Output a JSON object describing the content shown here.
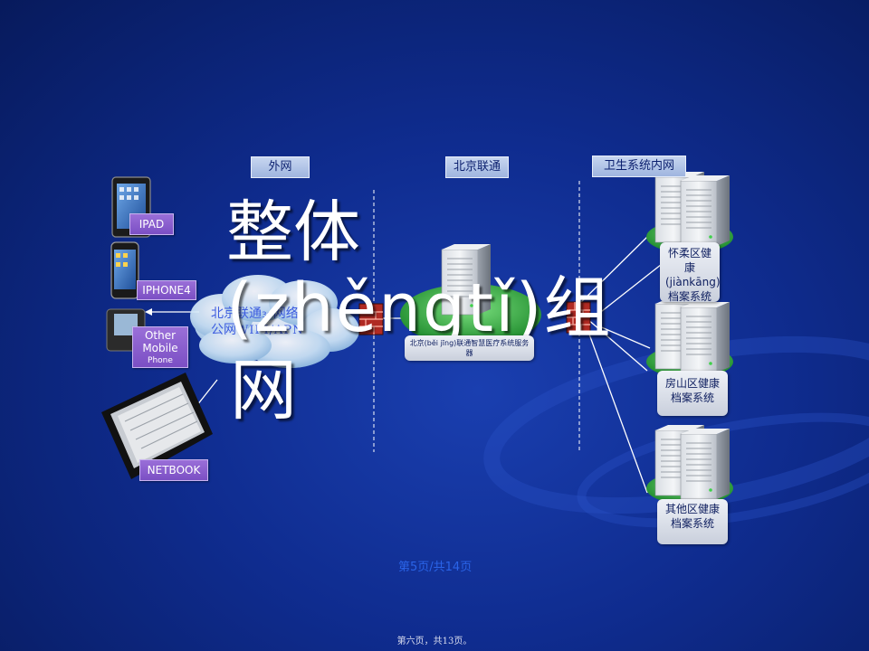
{
  "headers": {
    "external_network": "外网",
    "beijing_unicom": "北京联通",
    "health_intranet": "卫生系统内网"
  },
  "devices": {
    "ipad": "IPAD",
    "iphone": "IPHONE4",
    "other_mobile_line1": "Other",
    "other_mobile_line2": "Mobile",
    "other_mobile_line3": "Phone",
    "netbook": "NETBOOK"
  },
  "cloud": {
    "line1_a": "北京联通",
    "line1_b": "3G",
    "line1_c": "网络",
    "line2_a": "公网",
    "line2_b": "WIFI/APN"
  },
  "title": {
    "line1": "整体",
    "line2": "(zhěngtǐ)组",
    "line3": "网"
  },
  "central_server_label": "北京(běi jīng)联通智慧医疗系统服务器",
  "district_systems": [
    "怀柔区健康(jiànkāng)档案系统",
    "房山区健康档案系统",
    "其他区健康档案系统"
  ],
  "page_number": "第5页/共14页",
  "footer": "第六页，共13页。",
  "colors": {
    "background": "#0f2c8f",
    "header_box": "#b6c8ea",
    "device_label": "#8a5fce",
    "firewall": "#c0392b",
    "green_base": "#3fb44a"
  }
}
